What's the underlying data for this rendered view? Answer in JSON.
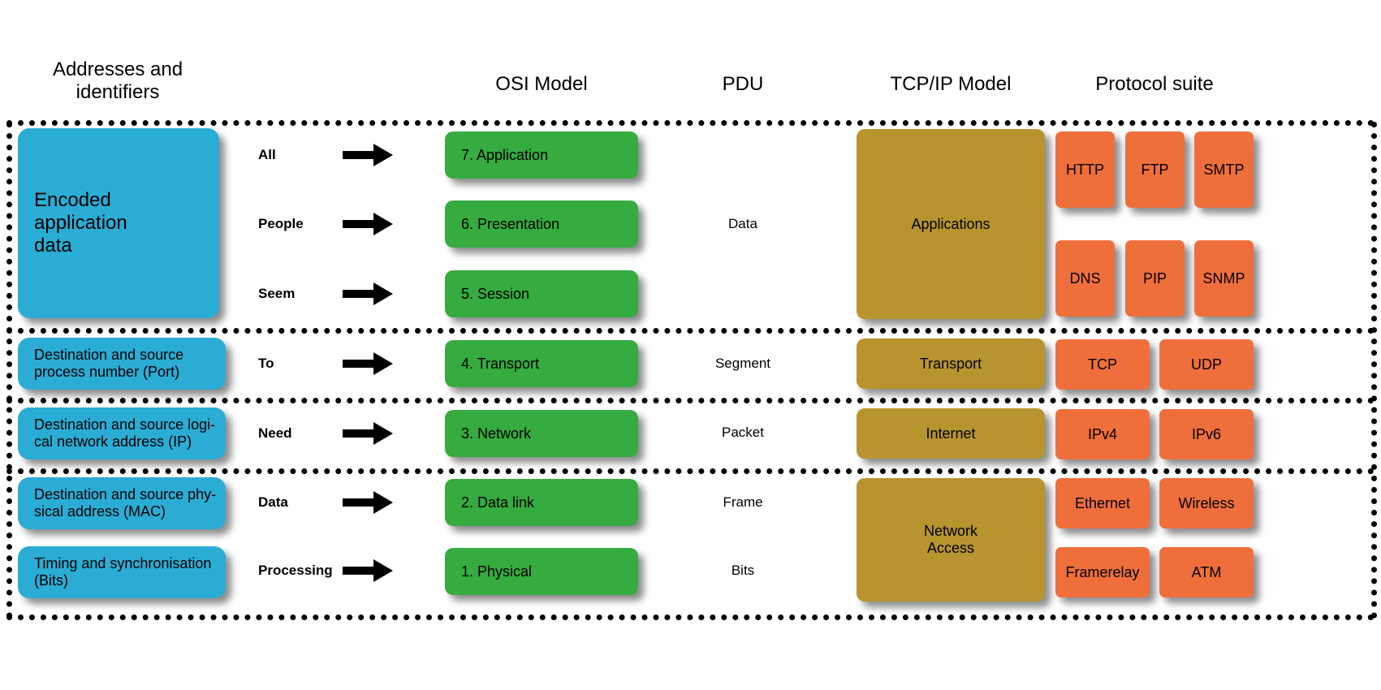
{
  "headers": [
    {
      "label": "Addresses and\nidentifiers"
    },
    {
      "label": "OSI Model"
    },
    {
      "label": "PDU"
    },
    {
      "label": "TCP/IP Model"
    },
    {
      "label": "Protocol suite"
    }
  ],
  "colors": {
    "addresses_box": "#2bacd5",
    "osi_box": "#35ab40",
    "tcpip_box": "#b8942e",
    "protocol_box": "#ef6f3c",
    "frame": "#000000",
    "background": "#ffffff"
  },
  "addresses": [
    {
      "text": "Encoded\napplication\ndata"
    },
    {
      "text": "Destination and source\nprocess number (Port)"
    },
    {
      "text": "Destination and source logi-\ncal network address (IP)"
    },
    {
      "text": "Destination and source phy-\nsical address (MAC)"
    },
    {
      "text": "Timing and synchronisation\n(Bits)"
    }
  ],
  "mnemonic": [
    {
      "word": "All"
    },
    {
      "word": "People"
    },
    {
      "word": "Seem"
    },
    {
      "word": "To"
    },
    {
      "word": "Need"
    },
    {
      "word": "Data"
    },
    {
      "word": "Processing"
    }
  ],
  "osi_layers": [
    {
      "label": "7. Application"
    },
    {
      "label": "6. Presentation"
    },
    {
      "label": "5. Session"
    },
    {
      "label": "4. Transport"
    },
    {
      "label": "3. Network"
    },
    {
      "label": "2. Data link"
    },
    {
      "label": "1. Physical"
    }
  ],
  "pdu": [
    {
      "label": "Data"
    },
    {
      "label": "Segment"
    },
    {
      "label": "Packet"
    },
    {
      "label": "Frame"
    },
    {
      "label": "Bits"
    }
  ],
  "tcpip_layers": [
    {
      "label": "Applications"
    },
    {
      "label": "Transport"
    },
    {
      "label": "Internet"
    },
    {
      "label": "Network\nAccess"
    }
  ],
  "protocols": [
    {
      "label": "HTTP"
    },
    {
      "label": "FTP"
    },
    {
      "label": "SMTP"
    },
    {
      "label": "DNS"
    },
    {
      "label": "PIP"
    },
    {
      "label": "SNMP"
    },
    {
      "label": "TCP"
    },
    {
      "label": "UDP"
    },
    {
      "label": "IPv4"
    },
    {
      "label": "IPv6"
    },
    {
      "label": "Ethernet"
    },
    {
      "label": "Wireless"
    },
    {
      "label": "Framerelay"
    },
    {
      "label": "ATM"
    }
  ]
}
